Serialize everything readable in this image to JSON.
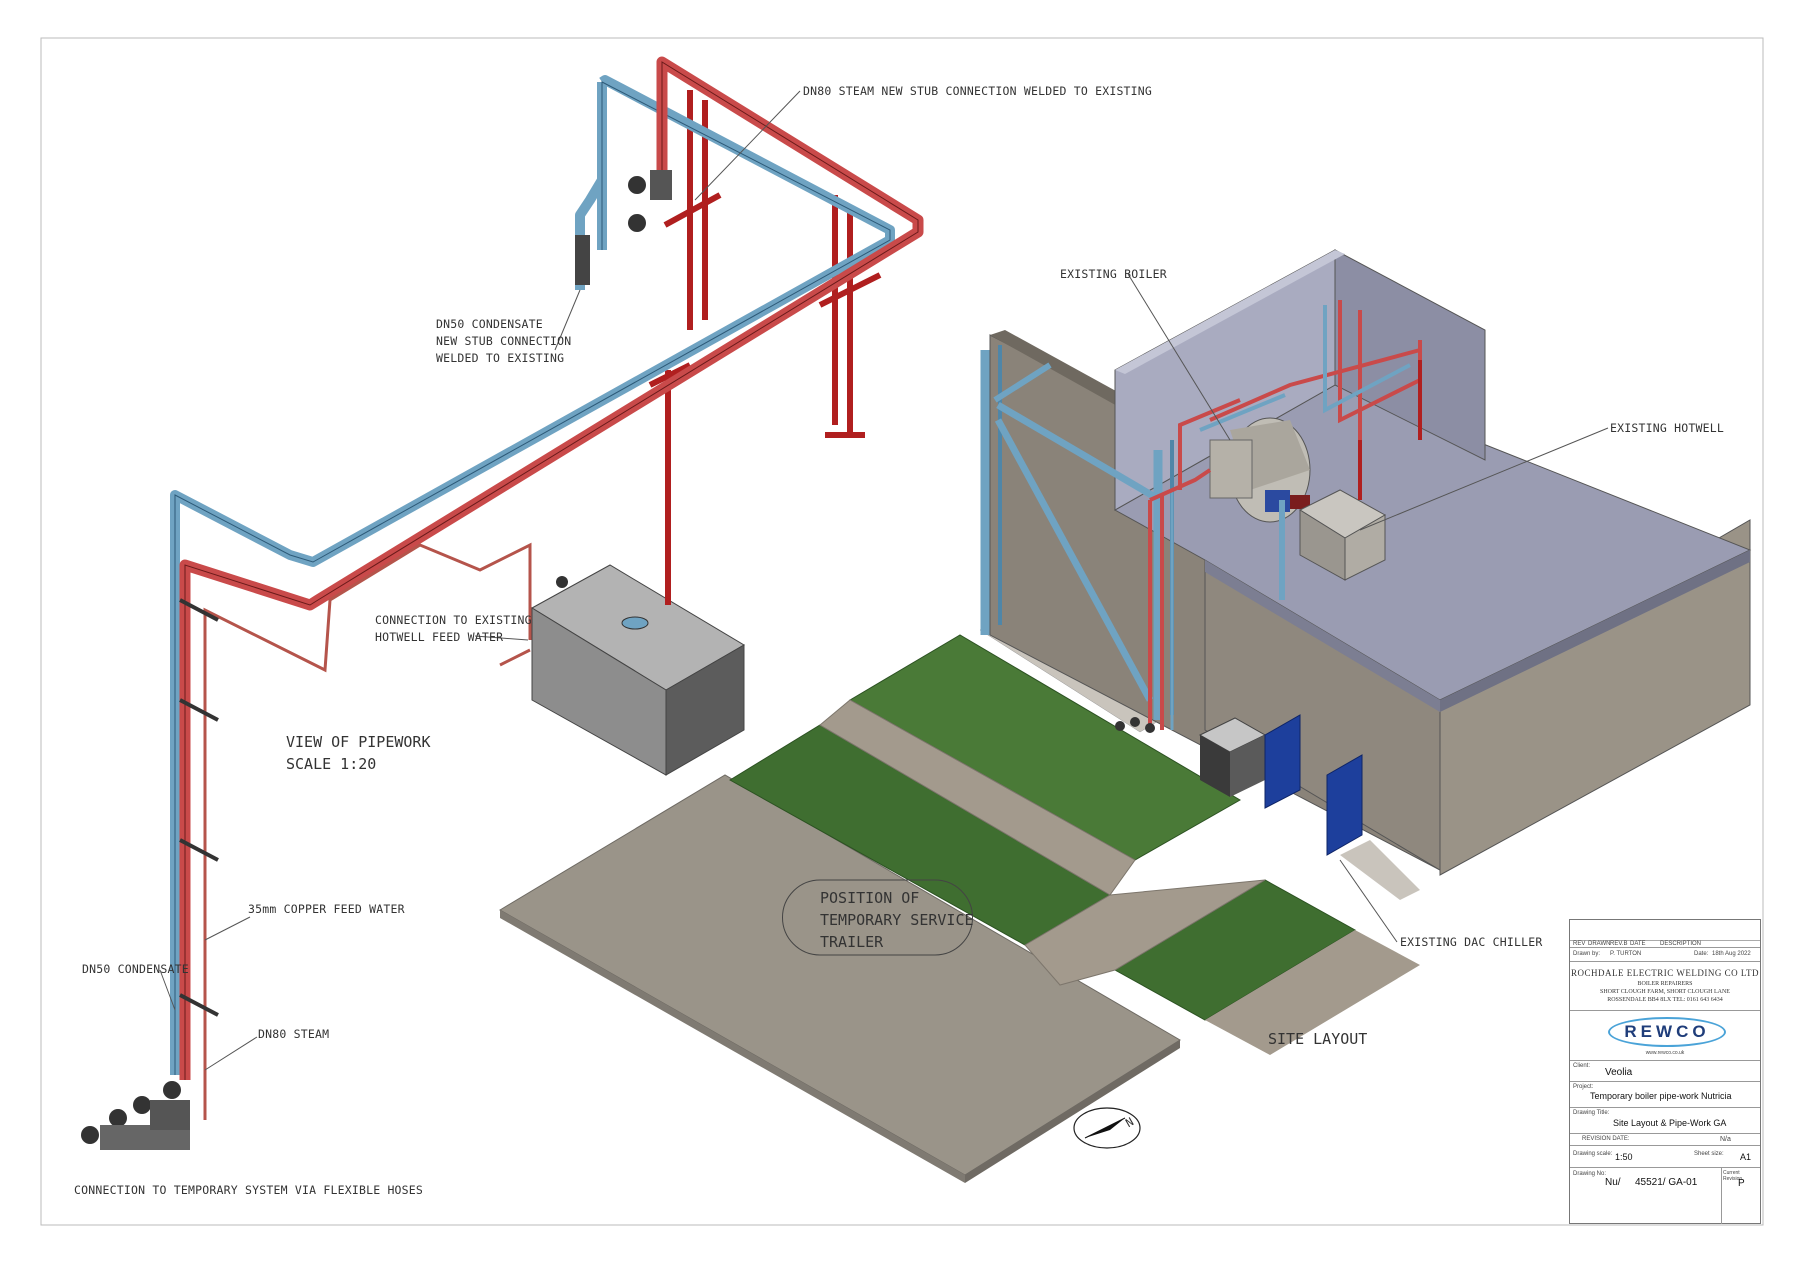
{
  "labels": {
    "dn80_steam_stub": "DN80 STEAM NEW STUB CONNECTION WELDED TO EXISTING",
    "dn50_condensate_stub": [
      "DN50 CONDENSATE",
      "NEW STUB CONNECTION",
      "WELDED TO EXISTING"
    ],
    "hotwell_feed_connection": [
      "CONNECTION TO EXISTING",
      "HOTWELL FEED WATER"
    ],
    "view_of_pipework": [
      "VIEW OF PIPEWORK",
      "SCALE 1:20"
    ],
    "copper_feed_water": "35mm COPPER FEED WATER",
    "dn50_condensate": "DN50 CONDENSATE",
    "dn80_steam": "DN80 STEAM",
    "temporary_system_connection": "CONNECTION TO TEMPORARY SYSTEM VIA FLEXIBLE HOSES",
    "existing_boiler": "EXISTING BOILER",
    "existing_hotwell": "EXISTING HOTWELL",
    "existing_dac_chiller": "EXISTING DAC CHILLER",
    "service_trailer": [
      "POSITION OF",
      "TEMPORARY SERVICE",
      "TRAILER"
    ],
    "site_layout": "SITE LAYOUT",
    "north_marker": "N"
  },
  "title_block": {
    "revision_headers": [
      "REV",
      "DRAWN",
      "REV.B",
      "DATE",
      "DESCRIPTION"
    ],
    "drawn_by_label": "Drawn by:",
    "drawn_by": "P. TURTON",
    "date_label": "Date:",
    "date": "18th Aug 2022",
    "company_name": "ROCHDALE ELECTRIC WELDING CO LTD",
    "company_lines": [
      "BOILER REPAIRERS",
      "SHORT CLOUGH FARM, SHORT CLOUGH LANE",
      "ROSSENDALE BB4 8LX  TEL: 0161 643 6434"
    ],
    "logo_text": "REWCO",
    "website": "www.rewco.co.uk",
    "client_label": "Client:",
    "client": "Veolia",
    "project_label": "Project:",
    "project": "Temporary boiler pipe-work Nutricia",
    "drawing_title_label": "Drawing Title:",
    "drawing_title": "Site Layout & Pipe-Work GA",
    "revision_date_label": "REVISION DATE:",
    "revision_date": "N/a",
    "drawing_scale_label": "Drawing scale:",
    "drawing_scale": "1:50",
    "sheet_size_label": "Sheet size:",
    "sheet_size": "A1",
    "drawing_no_label": "Drawing No:",
    "drawing_no_prefix": "Nu/",
    "drawing_no": "45521/ GA-01",
    "current_revision_label": "Current Revision",
    "current_revision": "P"
  },
  "colors": {
    "steam_pipe": "#c94a4a",
    "condensate_pipe": "#6fa3c2",
    "steel_support": "#b01f1f",
    "grass": "#3f6e30",
    "concrete": "#9c958c",
    "building_roof": "#9a9cb2",
    "door": "#1d3f9c",
    "logo": "#1f3d7a"
  }
}
